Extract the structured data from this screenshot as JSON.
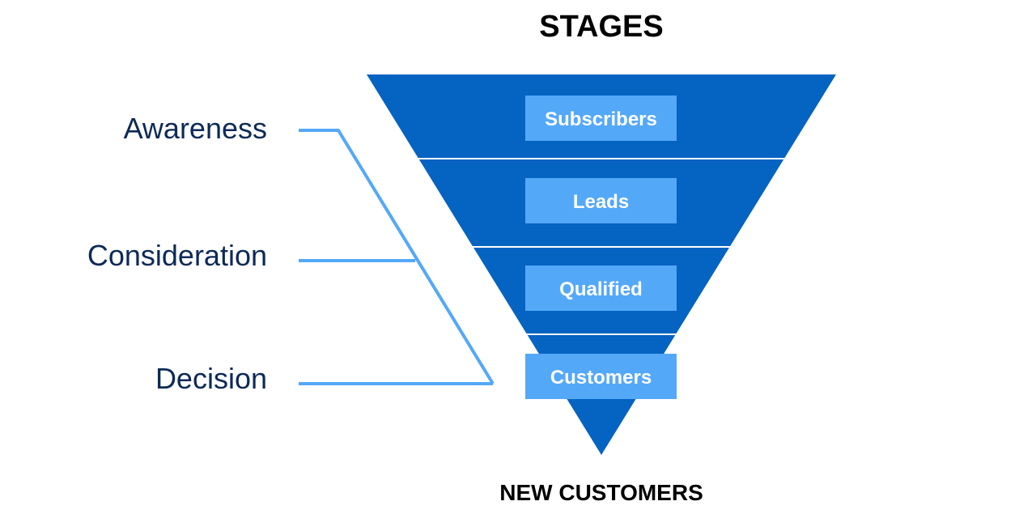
{
  "title": "STAGES",
  "footer": "NEW CUSTOMERS",
  "colors": {
    "funnel": "#0563c1",
    "label_box": "#54a8f8",
    "connector": "#54a8f8",
    "phase_text": "#0d2a57",
    "divider": "#ffffff"
  },
  "stages": [
    {
      "label": "Subscribers"
    },
    {
      "label": "Leads"
    },
    {
      "label": "Qualified"
    },
    {
      "label": "Customers"
    }
  ],
  "phases": [
    {
      "label": "Awareness"
    },
    {
      "label": "Consideration"
    },
    {
      "label": "Decision"
    }
  ]
}
